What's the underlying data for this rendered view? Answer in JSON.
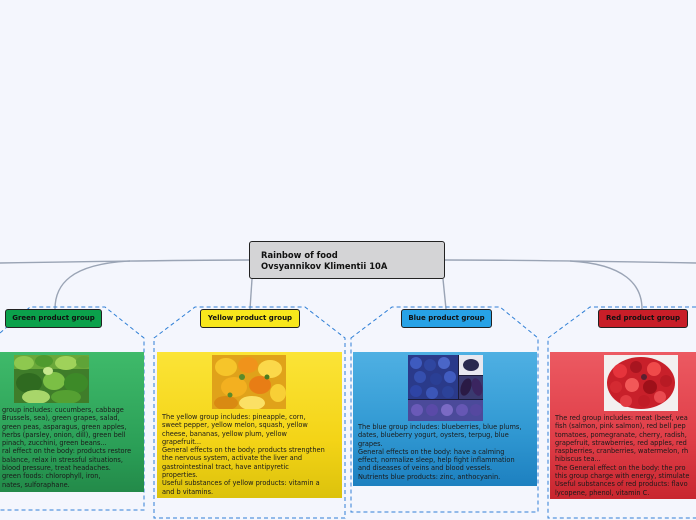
{
  "root": {
    "title_line1": "Rainbow of food",
    "title_line2": "Ovsyannikov Klimentii 10A"
  },
  "colors": {
    "green": "#0ba14b",
    "yellow": "#f8e71c",
    "blue": "#27a2e6",
    "red": "#c81e28",
    "connector": "#9aa4b5",
    "dashed_border": "#2f7fd6"
  },
  "groups": [
    {
      "key": "green",
      "label": "Green product group",
      "image_icon": "green-vegetables-photo",
      "lines": [
        "group includes: cucumbers, cabbage",
        "Brussels, sea), green grapes, salad,",
        "green peas, asparagus, green apples,",
        "herbs (parsley, onion, dill), green bell",
        "pinach, zucchini, green beans...",
        "ral effect on the body: products restore",
        "balance, relax in stressful situations,",
        "blood pressure, treat headaches.",
        "green foods: chlorophyll, iron,",
        "nates, sulforaphane."
      ]
    },
    {
      "key": "yellow",
      "label": "Yellow product group",
      "image_icon": "yellow-peppers-photo",
      "lines": [
        "The yellow group includes: pineapple, corn,",
        "sweet pepper, yellow melon, squash, yellow",
        "cheese, bananas, yellow plum, yellow",
        "grapefruit...",
        "General effects on the body: products strengthen",
        "the nervous system, activate the liver and",
        "gastrointestinal tract, have antipyretic",
        "properties.",
        "Useful substances of yellow products: vitamin a",
        "and b vitamins."
      ]
    },
    {
      "key": "blue",
      "label": "Blue product group",
      "image_icon": "blue-foods-collage",
      "lines": [
        "The blue group includes: blueberries, blue plums,",
        "dates, blueberry yogurt, oysters, terpug, blue",
        "grapes.",
        "General effects on the body: have a calming",
        "effect, normalize sleep, help fight inflammation",
        "and diseases of veins and blood vessels.",
        "Nutrients blue products: zinc, anthocyanin."
      ]
    },
    {
      "key": "red",
      "label": "Red product group",
      "image_icon": "red-berries-photo",
      "lines": [
        "The red group includes: meat (beef, vea",
        "fish (salmon, pink salmon), red bell pep",
        "tomatoes, pomegranate, cherry, radish,",
        "grapefruit, strawberries, red apples, red",
        "raspberries, cranberries, watermelon, rh",
        "hibiscus tea...",
        "The General effect on the body: the pro",
        "this group charge with energy, stimulate",
        "Useful substances of red products: flavo",
        "lycopene, phenol, vitamin C."
      ]
    }
  ]
}
